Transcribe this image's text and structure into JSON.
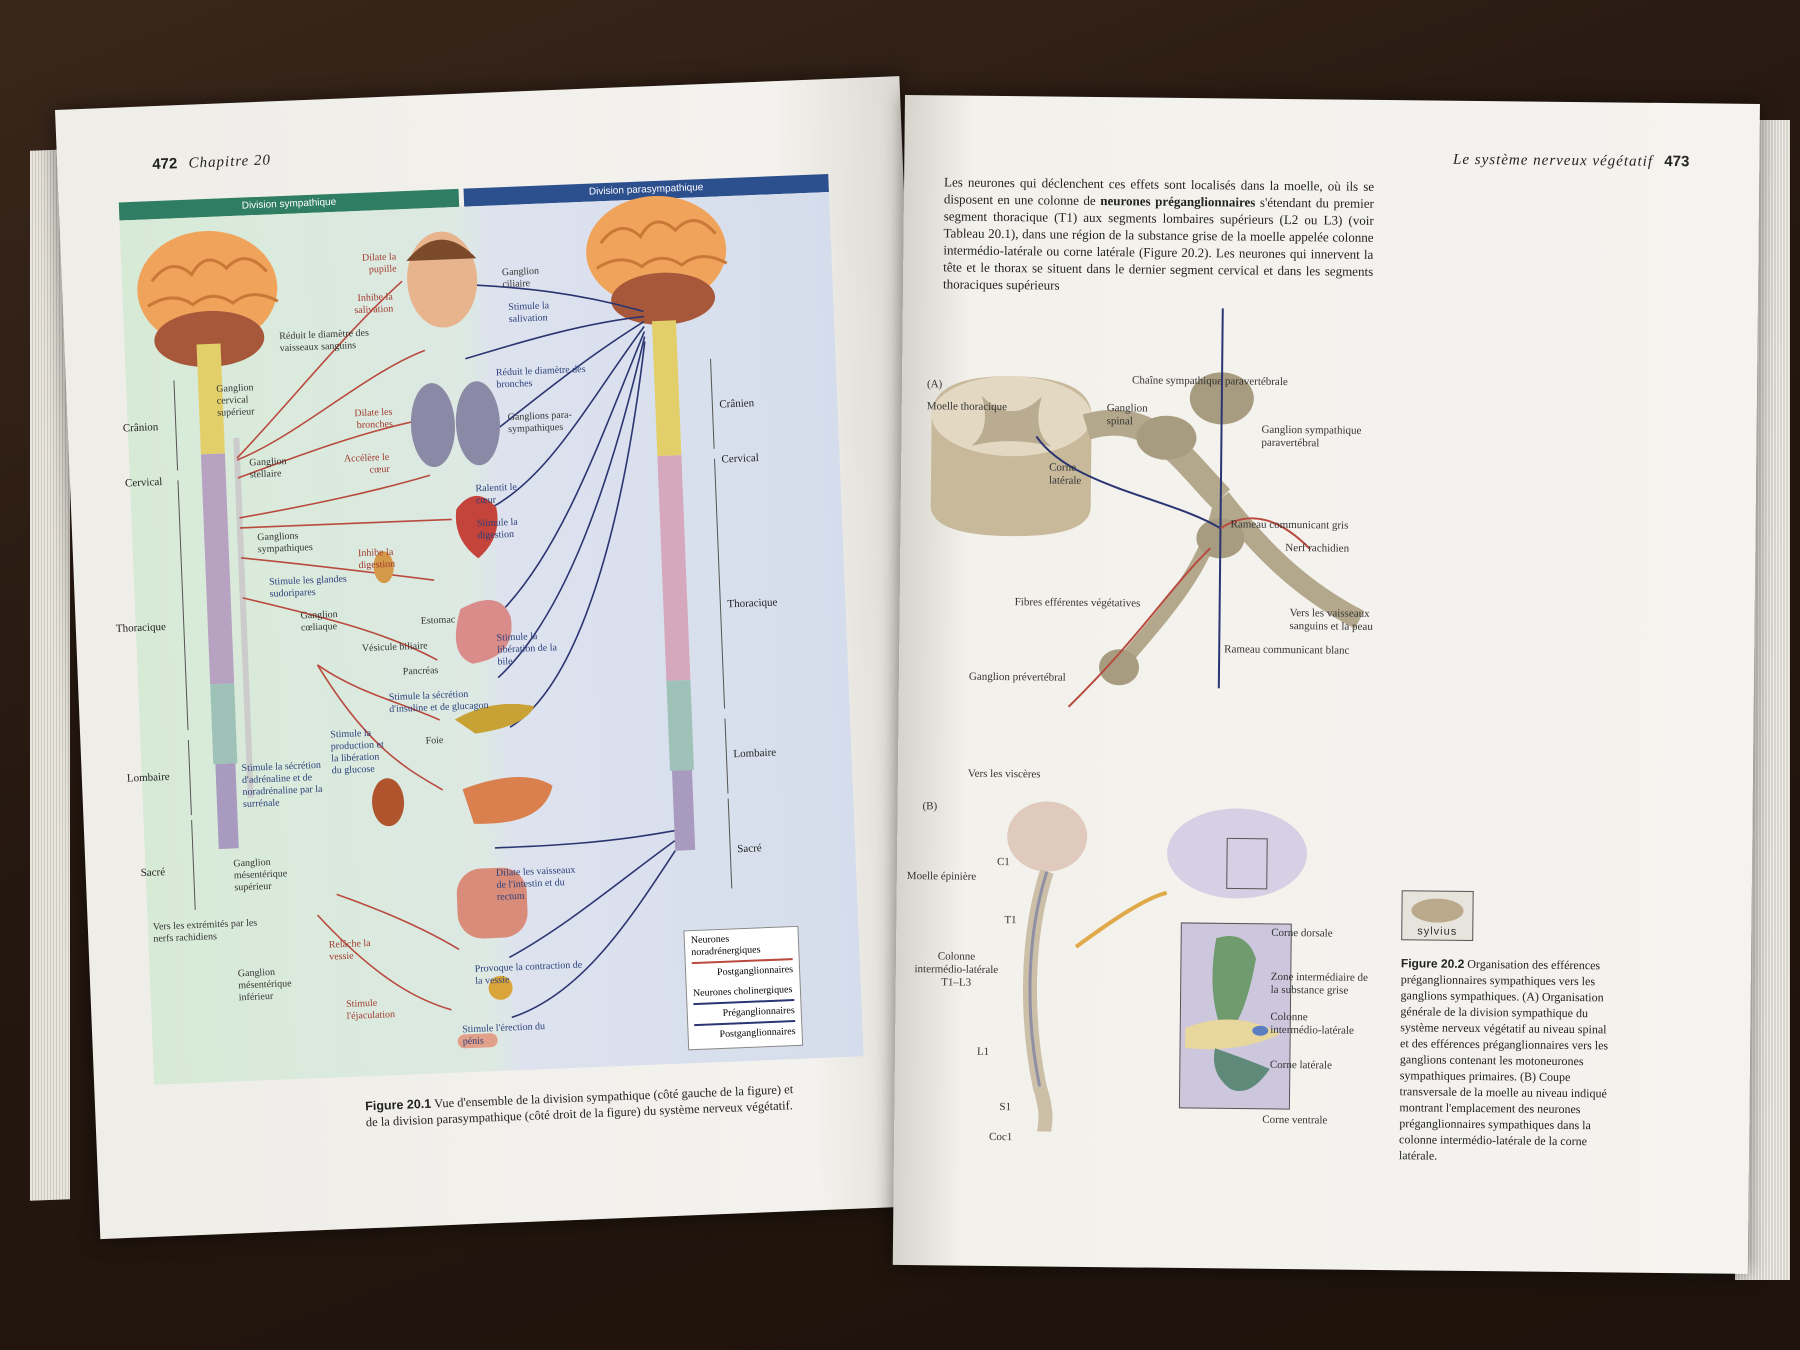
{
  "left_page": {
    "page_number": "472",
    "chapter": "Chapitre 20",
    "division_sym": "Division sympathique",
    "division_para": "Division parasympathique",
    "regions_left": [
      "Crânion",
      "Cervical",
      "Thoracique",
      "Lombaire",
      "Sacré"
    ],
    "regions_right": [
      "Crânien",
      "Cervical",
      "Thoracique",
      "Lombaire",
      "Sacré"
    ],
    "labels": {
      "dilate_pupille": "Dilate la pupille",
      "inhibe_salivation": "Inhibe la salivation",
      "reduit_vaisseaux": "Réduit le diamètre des vaisseaux sanguins",
      "ganglion_cervical": "Ganglion cervical supérieur",
      "dilate_bronches": "Dilate les bronches",
      "ganglion_stellaire": "Ganglion stellaire",
      "accelere_coeur": "Accélère le cœur",
      "ganglions_sympathiques": "Ganglions sympathiques",
      "inhibe_digestion": "Inhibe la digestion",
      "stimule_glandes": "Stimule les glandes sudoripares",
      "ganglion_coeliaque": "Ganglion cœliaque",
      "estomac": "Estomac",
      "vesicule": "Vésicule biliaire",
      "pancreas": "Pancréas",
      "foie": "Foie",
      "stimule_glucose": "Stimule la production et la libération du glucose",
      "stimule_adrenaline": "Stimule la sécrétion d'adrénaline et de noradrénaline par la surrénale",
      "ganglion_mes_sup": "Ganglion mésentérique supérieur",
      "vers_extremites": "Vers les extrémités par les nerfs rachidiens",
      "ganglion_mes_inf": "Ganglion mésentérique inférieur",
      "relache_vessie": "Relâche la vessie",
      "stimule_ejaculation": "Stimule l'éjaculation",
      "ganglion_ciliaire": "Ganglion ciliaire",
      "stimule_salivation": "Stimule la salivation",
      "reduit_bronches": "Réduit le diamètre des bronches",
      "ganglions_para": "Ganglions para-sympathiques",
      "ralentit_coeur": "Ralentit le cœur",
      "stimule_digestion": "Stimule la digestion",
      "stimule_bile": "Stimule la libération de la bile",
      "stimule_insuline": "Stimule la sécrétion d'insuline et de glucagon",
      "dilate_intestin": "Dilate les vaisseaux de l'intestin et du rectum",
      "provoque_vessie": "Provoque la contraction de la vessie",
      "stimule_erection": "Stimule l'érection du pénis"
    },
    "legend": {
      "nor_title": "Neurones noradrénergiques",
      "nor_post": "Postganglionnaires",
      "cho_title": "Neurones cholinergiques",
      "cho_pre": "Préganglionnaires",
      "cho_post": "Postganglionnaires"
    },
    "caption_label": "Figure 20.1",
    "caption_text": "Vue d'ensemble de la division sympathique (côté gauche de la figure) et de la division parasympathique (côté droit de la figure) du système nerveux végétatif.",
    "colors": {
      "sym": "#2f7d62",
      "para": "#2c4f8e",
      "red": "#b94a3e",
      "blue": "#2a3571"
    }
  },
  "right_page": {
    "running_title": "Le système nerveux végétatif",
    "page_number": "473",
    "paragraph_before": "Les neurones qui déclenchent ces effets sont localisés dans la moelle, où ils se disposent en une colonne de ",
    "paragraph_bold": "neurones préganglionnaires",
    "paragraph_after": " s'étendant du premier segment thoracique (T1) aux segments lombaires supérieurs (L2 ou L3) (voir Tableau 20.1), dans une région de la substance grise de la moelle appelée colonne intermédio-latérale ou corne latérale (Figure 20.2). Les neurones qui innervent la tête et le thorax se situent dans le dernier segment cervical et dans les segments thoraciques supérieurs",
    "labels_a": {
      "panel": "(A)",
      "chaine": "Chaîne sympathique paravertébrale",
      "moelle_thoracique": "Moelle thoracique",
      "ganglion_spinal": "Ganglion spinal",
      "ganglion_parav": "Ganglion sympathique paravertébral",
      "corne_laterale": "Corne latérale",
      "rameau_gris": "Rameau communicant gris",
      "nerf_rachidien": "Nerf rachidien",
      "fibres": "Fibres efférentes végétatives",
      "vers_vaisseaux": "Vers les vaisseaux sanguins et la peau",
      "rameau_blanc": "Rameau communicant blanc",
      "ganglion_prev": "Ganglion prévertébral",
      "vers_visceres": "Vers les viscères"
    },
    "labels_b": {
      "panel": "(B)",
      "c1": "C1",
      "moelle_epiniere": "Moelle épinière",
      "t1": "T1",
      "colonne": "Colonne intermédio-latérale T1–L3",
      "l1": "L1",
      "s1": "S1",
      "coc1": "Coc1",
      "corne_dorsale": "Corne dorsale",
      "zone_inter": "Zone intermédiaire de la substance grise",
      "colonne_il": "Colonne intermédio-latérale",
      "corne_laterale": "Corne latérale",
      "corne_ventrale": "Corne ventrale"
    },
    "logo": "sylvius",
    "caption_label": "Figure 20.2",
    "caption_text": "Organisation des efférences préganglionnaires sympathiques vers les ganglions sympathiques. (A) Organisation générale de la division sympathique du système nerveux végétatif au niveau spinal et des efférences préganglionnaires vers les ganglions contenant les motoneurones sympathiques primaires. (B) Coupe transversale de la moelle au niveau indiqué montrant l'emplacement des neurones préganglionnaires sympathiques dans la colonne intermédio-latérale de la corne latérale."
  }
}
